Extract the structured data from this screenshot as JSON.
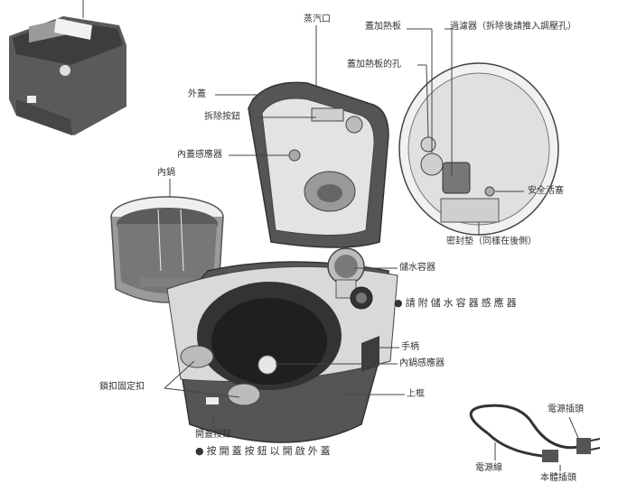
{
  "diagram": {
    "labels": {
      "steam_vent": "蒸汽口",
      "inner_lid_plate": "蓋加熱板",
      "filter": "過濾器（拆除後請推入調壓孔）",
      "inner_lid_hole": "蓋加熱板的孔",
      "outer_lid": "外蓋",
      "release_button": "拆除按鈕",
      "lid_sensor": "內蓋感應器",
      "inner_pot": "內鍋",
      "safety_valve": "安全活塞",
      "gasket": "密封墊（同樣在後側）",
      "water_tank": "儲水容器",
      "tank_sensor_note": "●請附儲水容器感應器",
      "handle": "手柄",
      "inner_sensor": "內鍋感應器",
      "frame": "上框",
      "lock_catch": "鎖扣固定扣",
      "lid_open_button": "開蓋按鈕",
      "open_note": "●按開蓋按鈕以開啟外蓋",
      "power_cord": "電源線",
      "power_plug": "電源插頭",
      "appliance_plug": "本體插頭"
    },
    "colors": {
      "body": "#555555",
      "panel": "#d9d9d9",
      "line": "#444444"
    }
  }
}
